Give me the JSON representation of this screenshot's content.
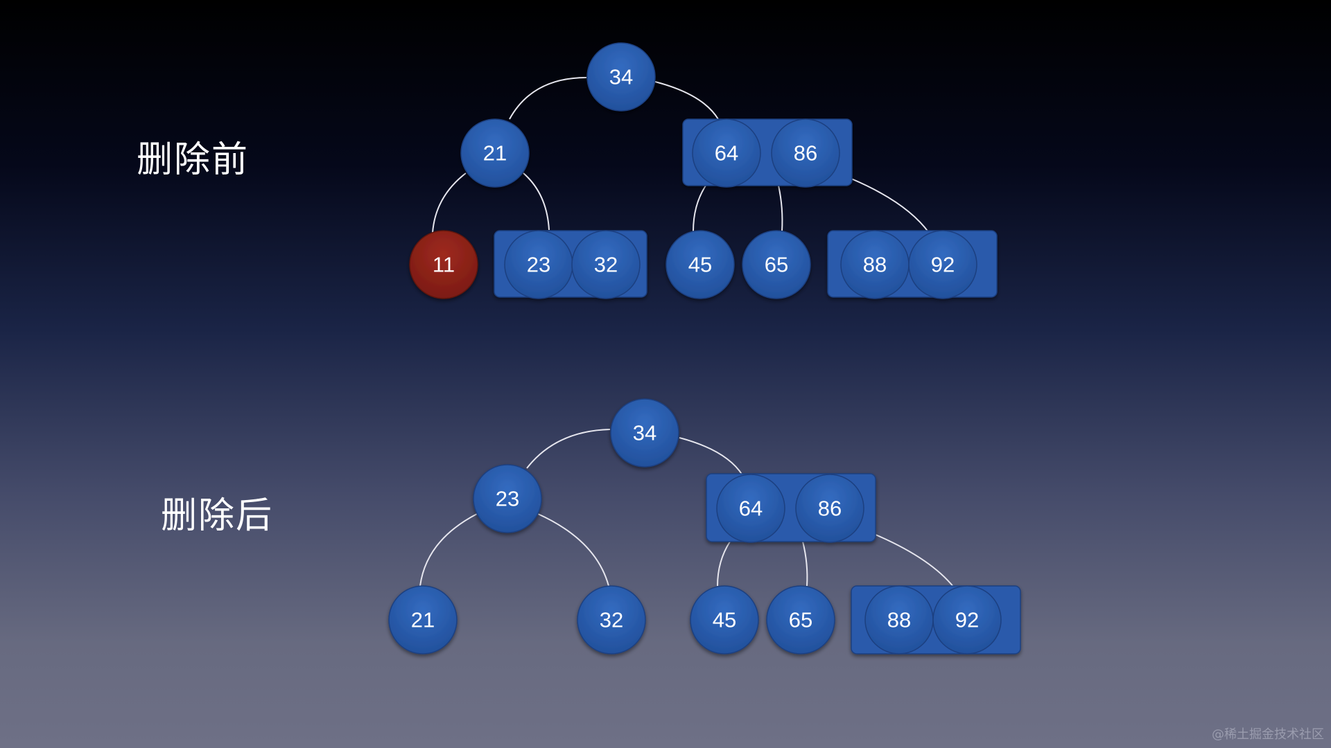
{
  "labels": {
    "before": "删除前",
    "after": "删除后"
  },
  "watermark": "@稀土掘金技术社区",
  "colors": {
    "node": "#2b5eb0",
    "node_edge": "#1c3f80",
    "deleted_node": "#8f2219",
    "edge_line": "#e6e6ee"
  },
  "trees": {
    "before": {
      "root": "34",
      "level2_left": "21",
      "level2_right": [
        "64",
        "86"
      ],
      "leaf_1": "11",
      "leaf_2": [
        "23",
        "32"
      ],
      "leaf_3": "45",
      "leaf_4": "65",
      "leaf_5": [
        "88",
        "92"
      ],
      "deleted_key": "11"
    },
    "after": {
      "root": "34",
      "level2_left": "23",
      "level2_right": [
        "64",
        "86"
      ],
      "leaf_1": "21",
      "leaf_2": "32",
      "leaf_3": "45",
      "leaf_4": "65",
      "leaf_5": [
        "88",
        "92"
      ]
    }
  }
}
